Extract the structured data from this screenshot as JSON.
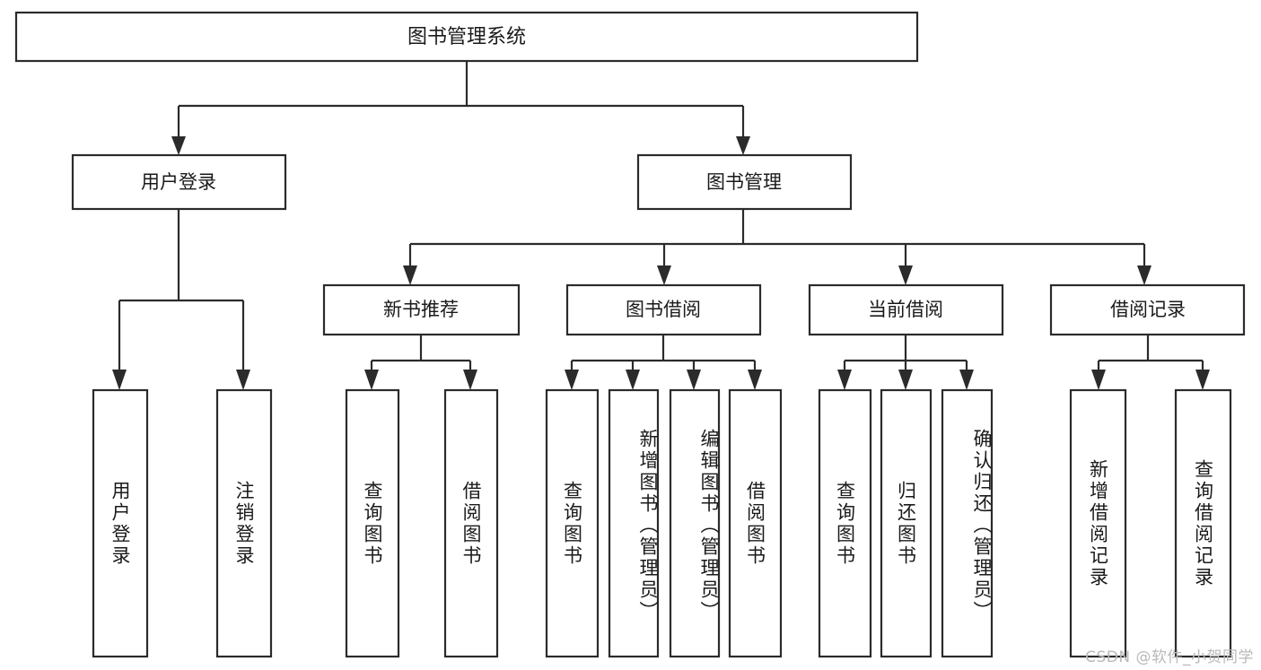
{
  "diagram": {
    "title": "图书管理系统",
    "type": "tree",
    "background_color": "#ffffff",
    "line_color": "#2b2b2b",
    "text_color": "#1a1a1a"
  },
  "root": {
    "label": "图书管理系统"
  },
  "level2": [
    {
      "label": "用户登录"
    },
    {
      "label": "图书管理"
    }
  ],
  "level3": [
    {
      "label": "新书推荐"
    },
    {
      "label": "图书借阅"
    },
    {
      "label": "当前借阅"
    },
    {
      "label": "借阅记录"
    }
  ],
  "leaves": {
    "user_login": [
      {
        "label": "用户登录"
      },
      {
        "label": "注销登录"
      }
    ],
    "new_book": [
      {
        "label": "查询图书"
      },
      {
        "label": "借阅图书"
      }
    ],
    "book_borrow": [
      {
        "label": "查询图书"
      },
      {
        "label": "新增图书（管理员）"
      },
      {
        "label": "编辑图书（管理员）"
      },
      {
        "label": "借阅图书"
      }
    ],
    "current_borrow": [
      {
        "label": "查询图书"
      },
      {
        "label": "归还图书"
      },
      {
        "label": "确认归还（管理员）"
      }
    ],
    "borrow_record": [
      {
        "label": "新增借阅记录"
      },
      {
        "label": "查询借阅记录"
      }
    ]
  },
  "watermark": {
    "text": "CSDN @软件_小贺同学"
  }
}
